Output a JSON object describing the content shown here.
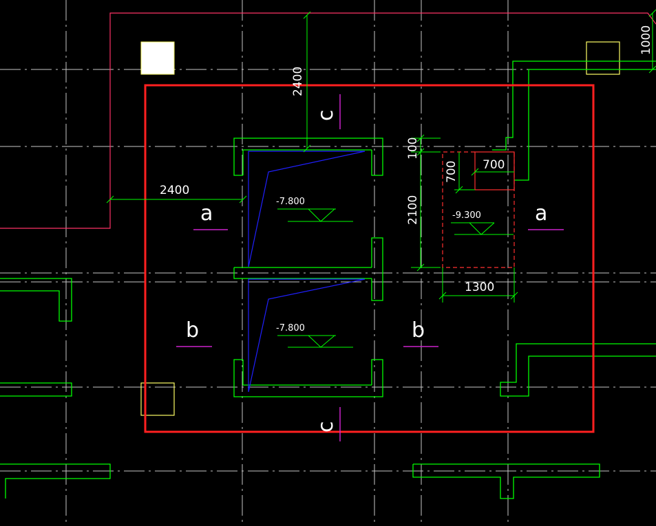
{
  "colors": {
    "background": "#000000",
    "grid": "#c8c8c8",
    "wall": "#00ff00",
    "outline": "#ff2020",
    "pink": "#ff3366",
    "blue": "#2020ff",
    "magenta": "#cc22cc",
    "yellow": "#ffff66",
    "text": "#ffffff"
  },
  "dimensions": {
    "top_vertical": "2400",
    "left_horizontal": "2400",
    "right_top": "1000",
    "pit_top": "100",
    "pit_height": "2100",
    "pit_inner": "700",
    "pit_inner_top": "700",
    "pit_width": "1300"
  },
  "levels": {
    "upper_pit": "-7.800",
    "lower_pit": "-7.800",
    "right_pit": "-9.300"
  },
  "sections": {
    "a_left": "a",
    "a_right": "a",
    "b_left": "b",
    "b_right": "b",
    "c_top": "c",
    "c_bottom": "c"
  }
}
